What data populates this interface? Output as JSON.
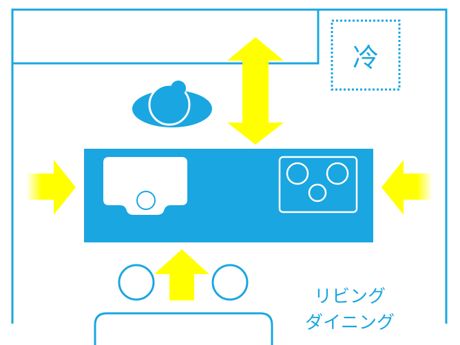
{
  "labels": {
    "fridge": "冷",
    "living_line1": "リビング",
    "living_line2": "ダイニング"
  },
  "colors": {
    "blue": "#1aa6e0",
    "arrow_yellow": "#ffff00",
    "background": "#ffffff"
  }
}
